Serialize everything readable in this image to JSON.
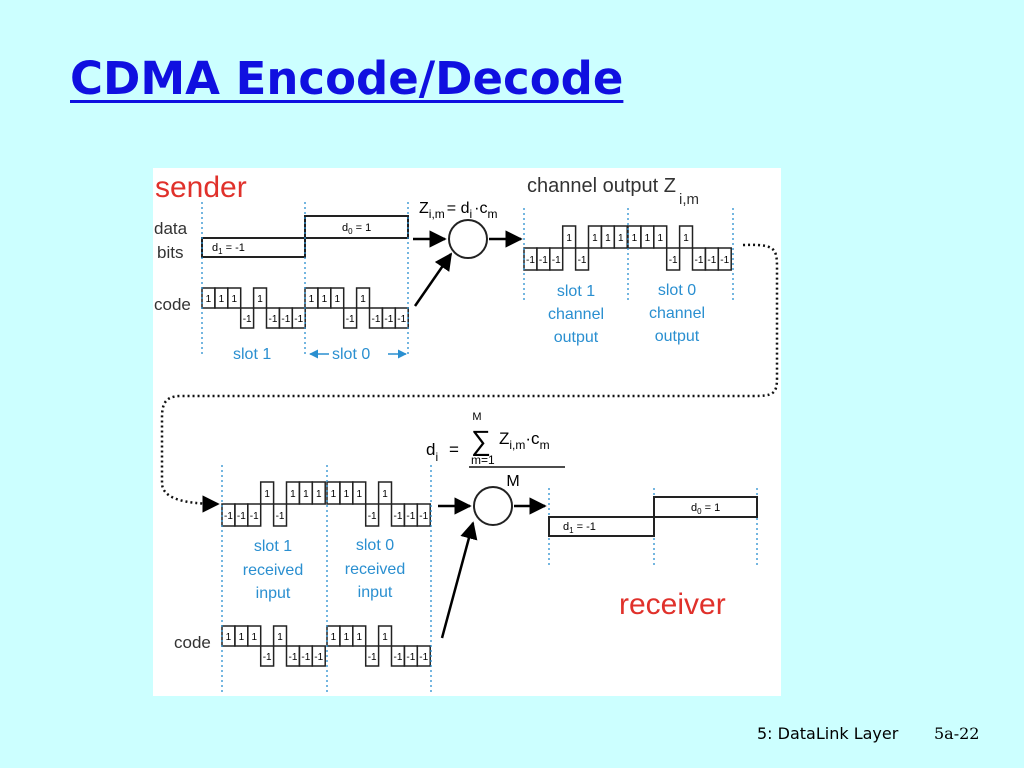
{
  "slide": {
    "title": "CDMA Encode/Decode",
    "footer_chapter": "5: DataLink Layer",
    "footer_page": "5a-22"
  },
  "diagram": {
    "sender_label": "sender",
    "receiver_label": "receiver",
    "data_bits_label_1": "data",
    "data_bits_label_2": "bits",
    "code_label": "code",
    "d1_label": "d",
    "d1_sub": "1",
    "d1_val": " = -1",
    "d0_label": "d",
    "d0_sub": "0",
    "d0_val": " = 1",
    "slot1_label": "slot 1",
    "slot0_label": "slot 0",
    "channel_output_title": "channel output Z",
    "channel_output_sub": "i,m",
    "encode_eq_Z": "Z",
    "encode_eq_Z_sub": "i,m",
    "encode_eq_mid": "= d",
    "encode_eq_d_sub": "i",
    "encode_eq_c": "·c",
    "encode_eq_c_sub": "m",
    "slot1_channel_output": [
      "slot 1",
      "channel",
      "output"
    ],
    "slot0_channel_output": [
      "slot 0",
      "channel",
      "output"
    ],
    "slot1_received_input": [
      "slot 1",
      "received",
      "input"
    ],
    "slot0_received_input": [
      "slot 0",
      "received",
      "input"
    ],
    "decode_eq_d": "d",
    "decode_eq_d_sub": "i",
    "decode_eq_eq": "=",
    "decode_eq_sigma": "∑",
    "decode_eq_upper": "M",
    "decode_eq_lower": "m=1",
    "decode_eq_num": "Z",
    "decode_eq_num_sub": "i,m",
    "decode_eq_num_c": "·c",
    "decode_eq_num_c_sub": "m",
    "decode_eq_den": "M",
    "code_sequence": [
      "1",
      "1",
      "1",
      "-1",
      "1",
      "-1",
      "-1",
      "-1"
    ],
    "slot1_output_sequence": [
      "-1",
      "-1",
      "-1",
      "1",
      "-1",
      "1",
      "1",
      "1"
    ],
    "slot0_output_sequence": [
      "1",
      "1",
      "1",
      "-1",
      "1",
      "-1",
      "-1",
      "-1"
    ],
    "colors": {
      "sender_red": "#e0312b",
      "slot_blue": "#2a8fd0",
      "title_blue": "#1010e0",
      "background": "#ccffff"
    }
  }
}
